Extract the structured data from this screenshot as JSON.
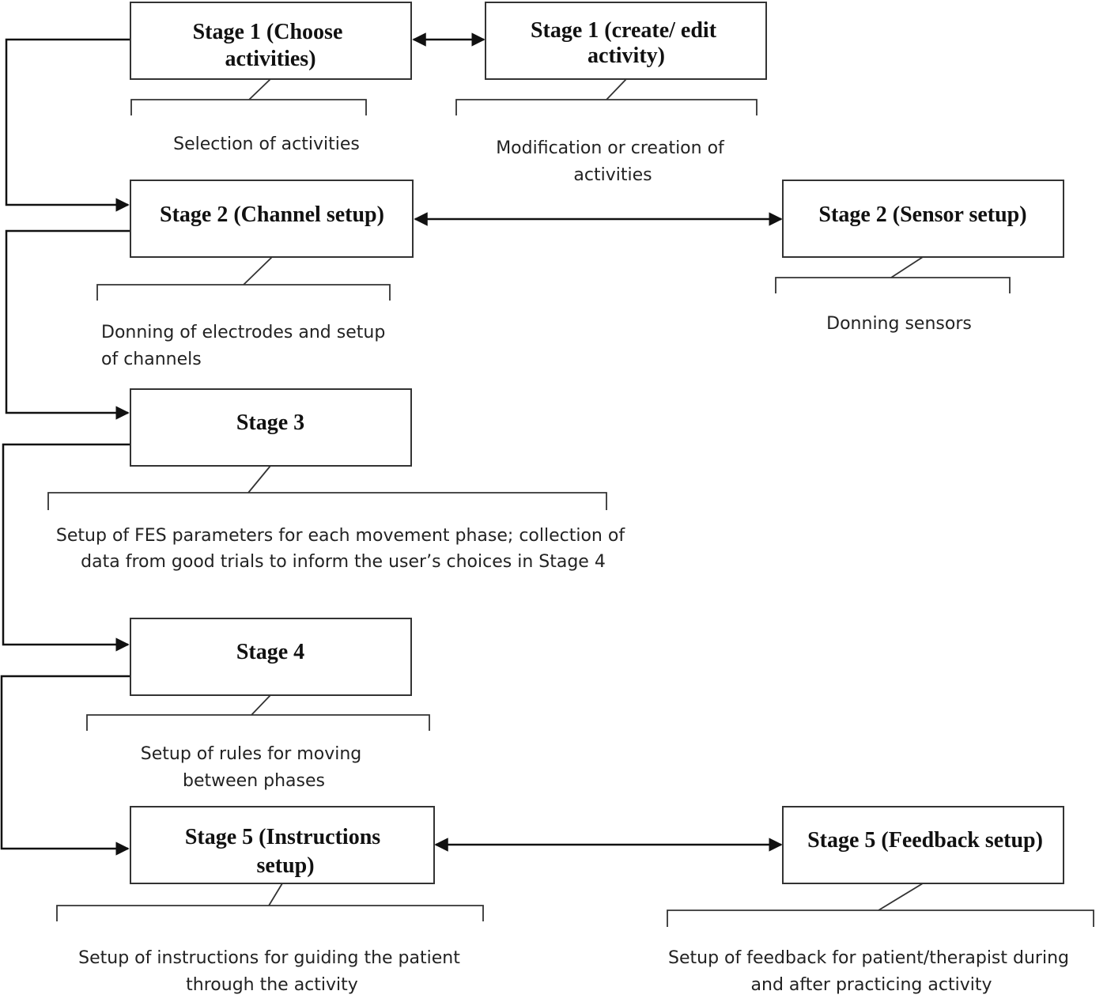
{
  "stages": {
    "s1_choose": {
      "lines": [
        "Stage 1 (Choose",
        "activities)"
      ]
    },
    "s1_create": {
      "lines": [
        "Stage 1 (create/ edit",
        "activity)"
      ]
    },
    "s2_channel": {
      "lines": [
        "Stage 2 (Channel setup)"
      ]
    },
    "s2_sensor": {
      "lines": [
        "Stage 2 (Sensor setup)"
      ]
    },
    "s3": {
      "lines": [
        "Stage 3"
      ]
    },
    "s4": {
      "lines": [
        "Stage 4"
      ]
    },
    "s5_instr": {
      "lines": [
        "Stage 5 (Instructions",
        "setup)"
      ]
    },
    "s5_feedback": {
      "lines": [
        "Stage 5 (Feedback setup)"
      ]
    }
  },
  "descriptions": {
    "s1_choose": [
      "Selection of activities"
    ],
    "s1_create": [
      "Modification or creation of",
      "activities"
    ],
    "s2_channel": [
      "Donning of electrodes and setup",
      "of channels"
    ],
    "s2_sensor": [
      "Donning sensors"
    ],
    "s3": [
      "Setup of FES parameters for each movement phase; collection of",
      "data from good trials to inform the user’s choices in Stage 4"
    ],
    "s4": [
      "Setup of rules for moving",
      "between phases"
    ],
    "s5_instr": [
      "Setup of instructions for guiding the patient",
      "through the activity"
    ],
    "s5_feedback": [
      "Setup of feedback for patient/therapist during",
      "and after practicing activity"
    ]
  }
}
